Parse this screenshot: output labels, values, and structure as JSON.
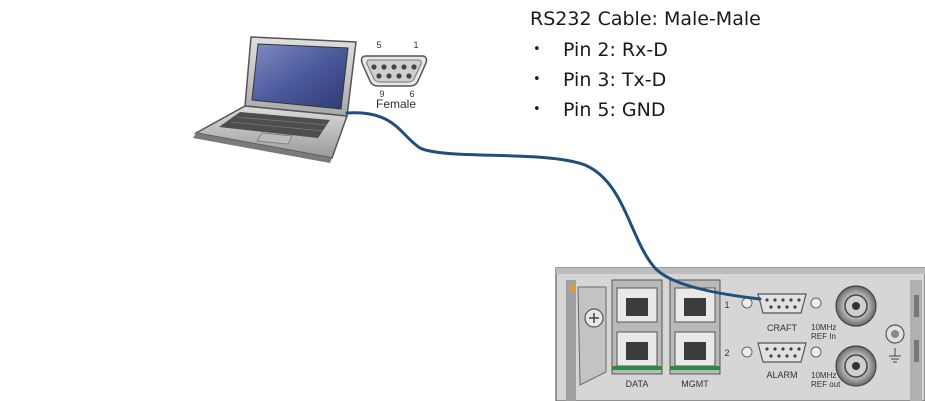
{
  "spec": {
    "title": "RS232 Cable: Male-Male",
    "pins": [
      {
        "bullet": "•",
        "text": "Pin 2: Rx-D"
      },
      {
        "bullet": "•",
        "text": "Pin 3: Tx-D"
      },
      {
        "bullet": "•",
        "text": "Pin 5: GND"
      }
    ]
  },
  "connector": {
    "pin_top_left": "5",
    "pin_top_right": "1",
    "pin_bottom_left": "9",
    "pin_bottom_right": "6",
    "label": "Female"
  },
  "panel": {
    "port_group_1": "DATA",
    "port_group_2": "MGMT",
    "row_1": "1",
    "row_2": "2",
    "craft": "CRAFT",
    "alarm": "ALARM",
    "ref_in_line1": "10MHz",
    "ref_in_line2": "REF In",
    "ref_out_line1": "10MHz",
    "ref_out_line2": "REF out"
  },
  "colors": {
    "cable": "#1f4f7a",
    "panel": "#cfcfcf",
    "laptop_screen": "#4a5a9a"
  }
}
